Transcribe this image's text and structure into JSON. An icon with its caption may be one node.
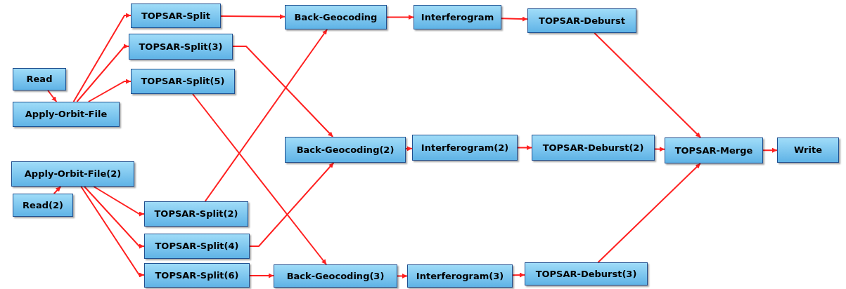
{
  "diagram": {
    "nodes": [
      {
        "text": [
          "Read"
        ]
      },
      {
        "text": [
          "Apply-Orbit-File"
        ]
      },
      {
        "text": [
          "TOPSAR-Split"
        ]
      },
      {
        "text": [
          "TOPSAR-Split(3)"
        ]
      },
      {
        "text": [
          "TOPSAR-Split(5)"
        ]
      },
      {
        "text": [
          "Apply-Orbit-File(2)"
        ]
      },
      {
        "text": [
          "Read(2)"
        ]
      },
      {
        "text": [
          "TOPSAR-Split(2)"
        ]
      },
      {
        "text": [
          "TOPSAR-Split(4)"
        ]
      },
      {
        "text": [
          "TOPSAR-Split(6)"
        ]
      },
      {
        "text": [
          "Back-Geocoding"
        ]
      },
      {
        "text": [
          "Interferogram"
        ]
      },
      {
        "text": [
          "TOPSAR-Deburst"
        ]
      },
      {
        "text": [
          "Back-Geocoding(2)"
        ]
      },
      {
        "text": [
          "Interferogram(2)"
        ]
      },
      {
        "text": [
          "TOPSAR-Deburst(2)"
        ]
      },
      {
        "text": [
          "TOPSAR-Merge"
        ]
      },
      {
        "text": [
          "Write"
        ]
      },
      {
        "text": [
          "Back-Geocoding(3)"
        ]
      },
      {
        "text": [
          "Interferogram(3)"
        ]
      },
      {
        "text": [
          "TOPSAR-Deburst(3)"
        ]
      }
    ],
    "edges": [
      {
        "from": 0,
        "to": 1,
        "arrow": "to"
      },
      {
        "from": 1,
        "to": 2,
        "arrow": "to"
      },
      {
        "from": 1,
        "to": 3,
        "arrow": "to"
      },
      {
        "from": 1,
        "to": 4,
        "arrow": "to"
      },
      {
        "from": 6,
        "to": 5,
        "arrow": "to"
      },
      {
        "from": 5,
        "to": 7,
        "arrow": "to"
      },
      {
        "from": 5,
        "to": 8,
        "arrow": "to"
      },
      {
        "from": 5,
        "to": 9,
        "arrow": "to"
      },
      {
        "from": 2,
        "to": 10,
        "arrow": "to"
      },
      {
        "from": 3,
        "to": 13,
        "arrow": "to"
      },
      {
        "from": 4,
        "to": 18,
        "arrow": "to"
      },
      {
        "from": 7,
        "to": 10,
        "arrow": "to"
      },
      {
        "from": 8,
        "to": 13,
        "arrow": "to"
      },
      {
        "from": 9,
        "to": 18,
        "arrow": "to"
      },
      {
        "from": 10,
        "to": 11,
        "arrow": "to"
      },
      {
        "from": 11,
        "to": 12,
        "arrow": "to"
      },
      {
        "from": 12,
        "to": 16,
        "arrow": "to"
      },
      {
        "from": 13,
        "to": 14,
        "arrow": "to"
      },
      {
        "from": 14,
        "to": 15,
        "arrow": "to"
      },
      {
        "from": 15,
        "to": 16,
        "arrow": "to"
      },
      {
        "from": 18,
        "to": 19,
        "arrow": "to"
      },
      {
        "from": 19,
        "to": 20,
        "arrow": "to"
      },
      {
        "from": 20,
        "to": 16,
        "arrow": "to"
      },
      {
        "from": 16,
        "to": 17,
        "arrow": "to"
      }
    ]
  }
}
